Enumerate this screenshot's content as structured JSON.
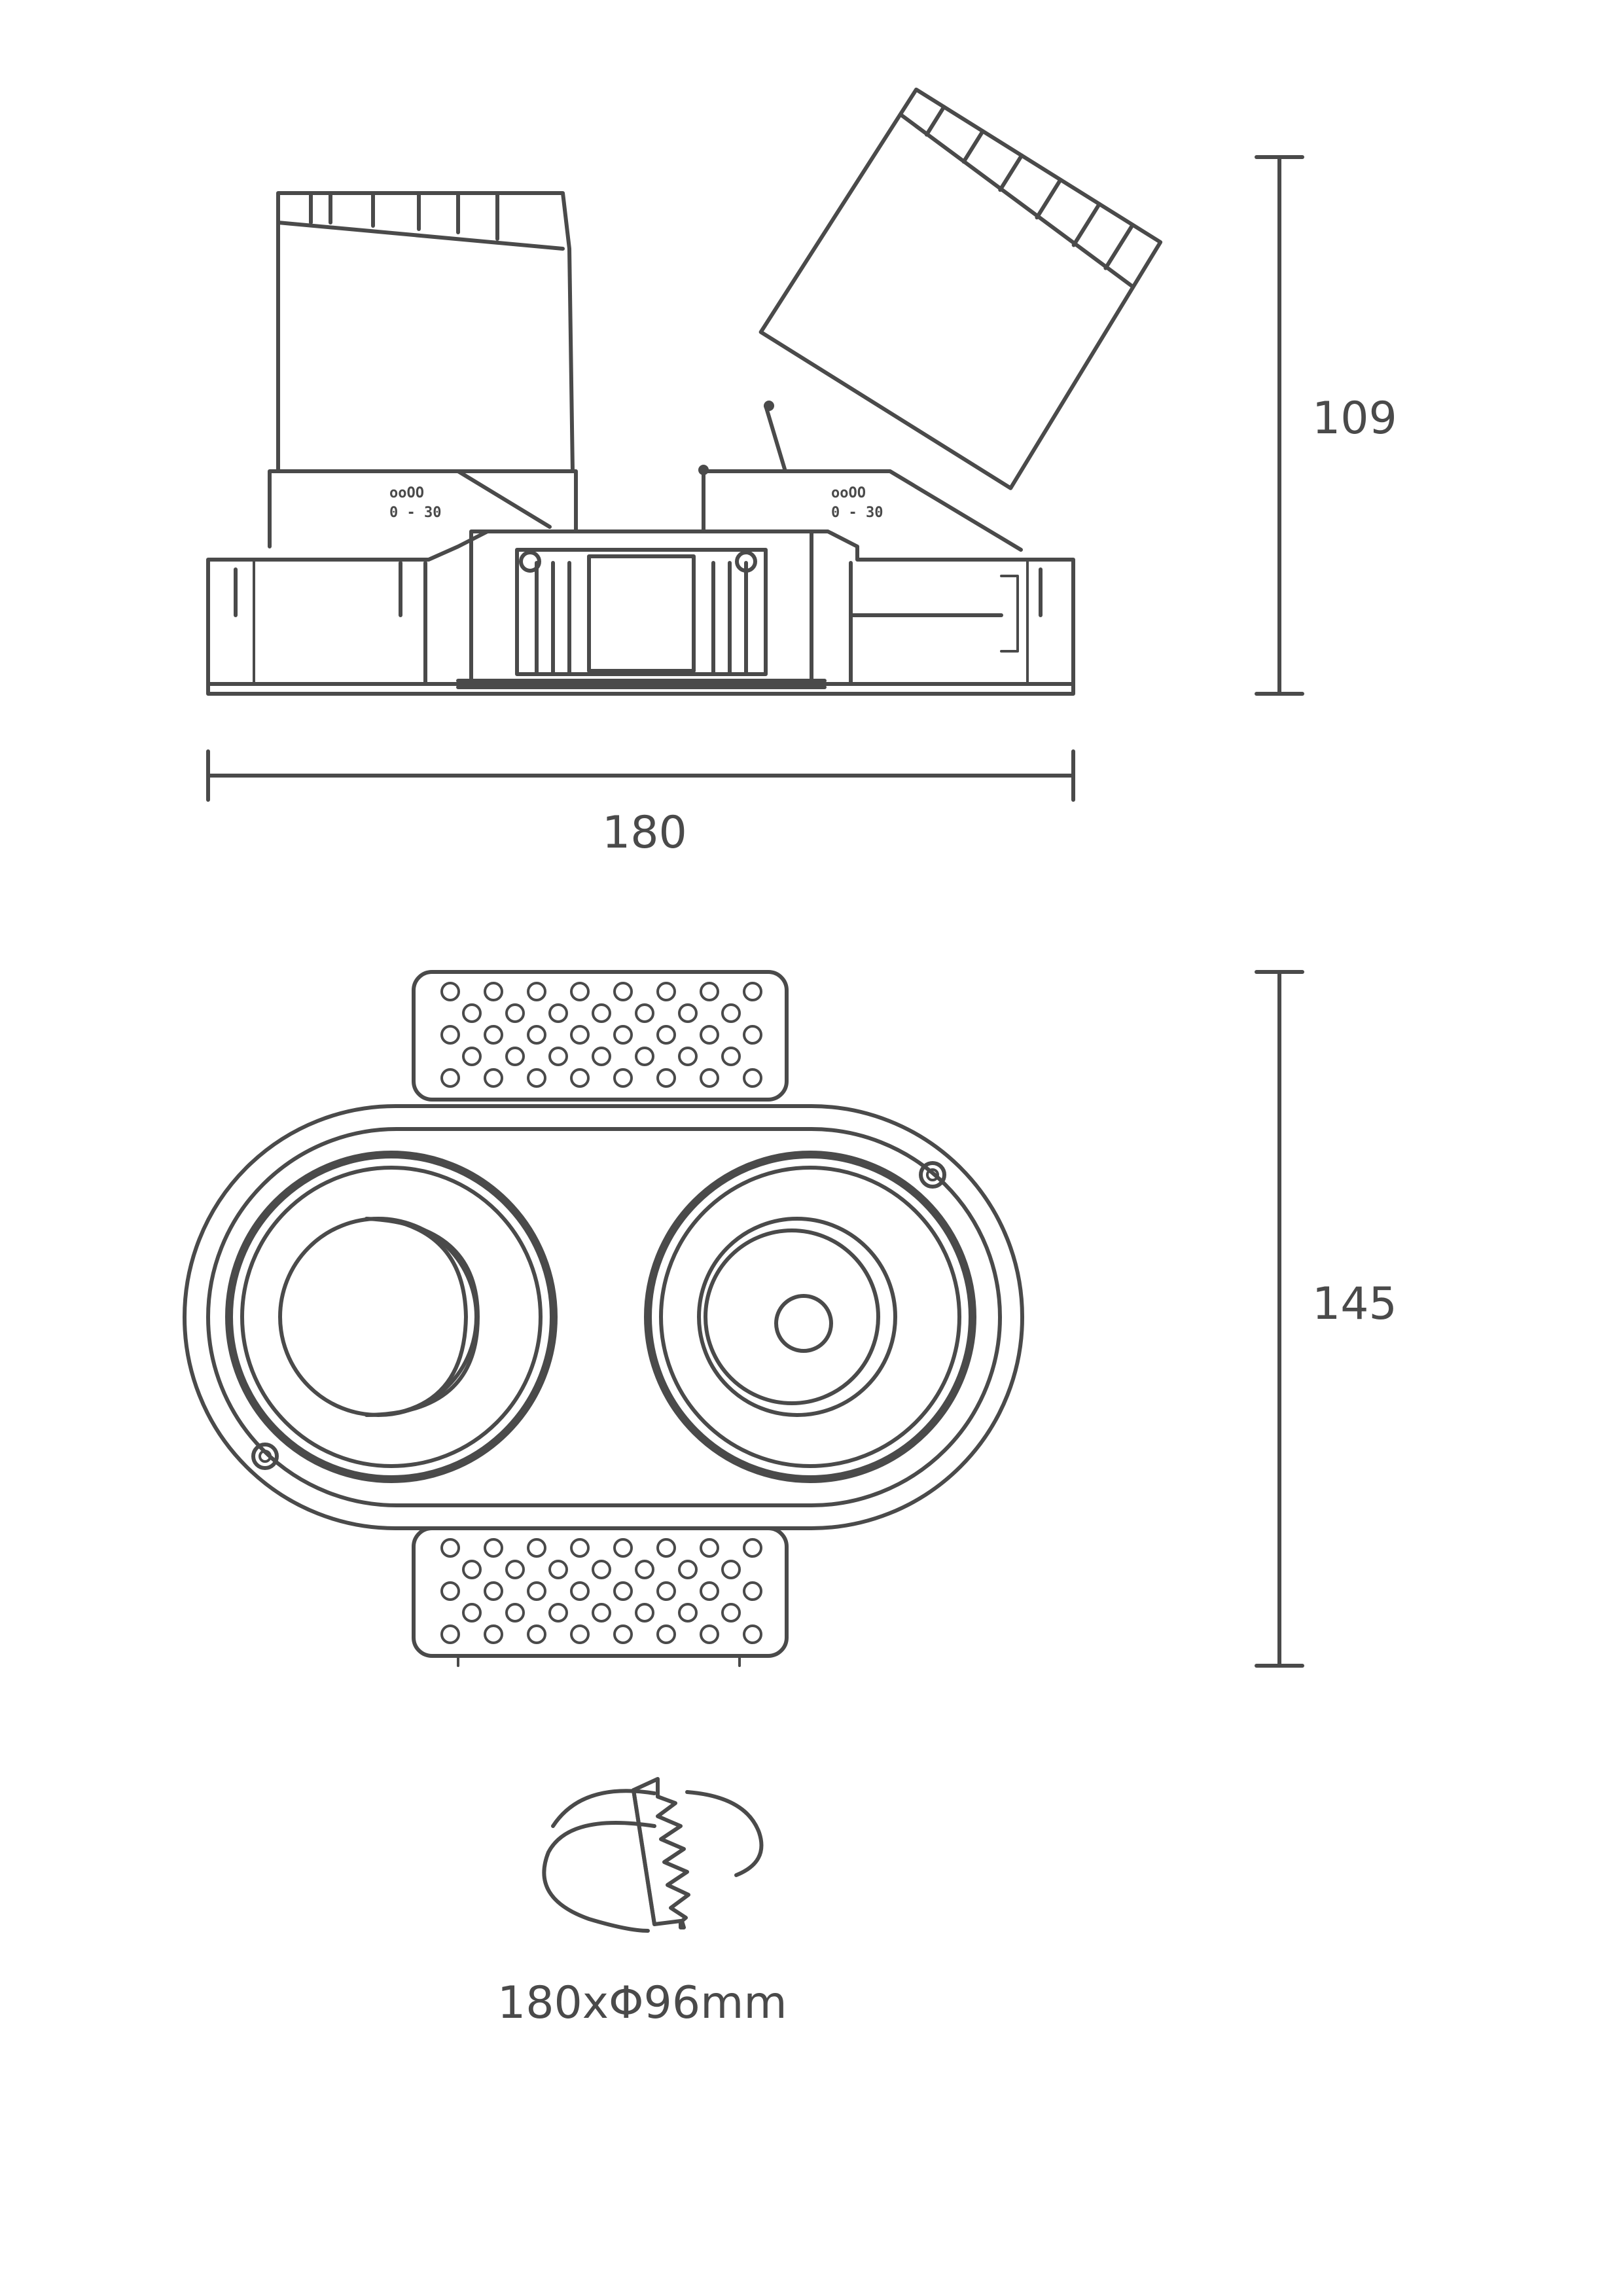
{
  "dimensions": {
    "height_side_view": "109",
    "width_side_view": "180",
    "height_top_view": "145"
  },
  "cutout": {
    "label": "180xΦ96mm"
  },
  "side_view": {
    "tilt_label_left": "0 - 30",
    "tilt_label_right": "0 - 30"
  },
  "colors": {
    "line": "#4a4a4a",
    "background": "#ffffff"
  }
}
